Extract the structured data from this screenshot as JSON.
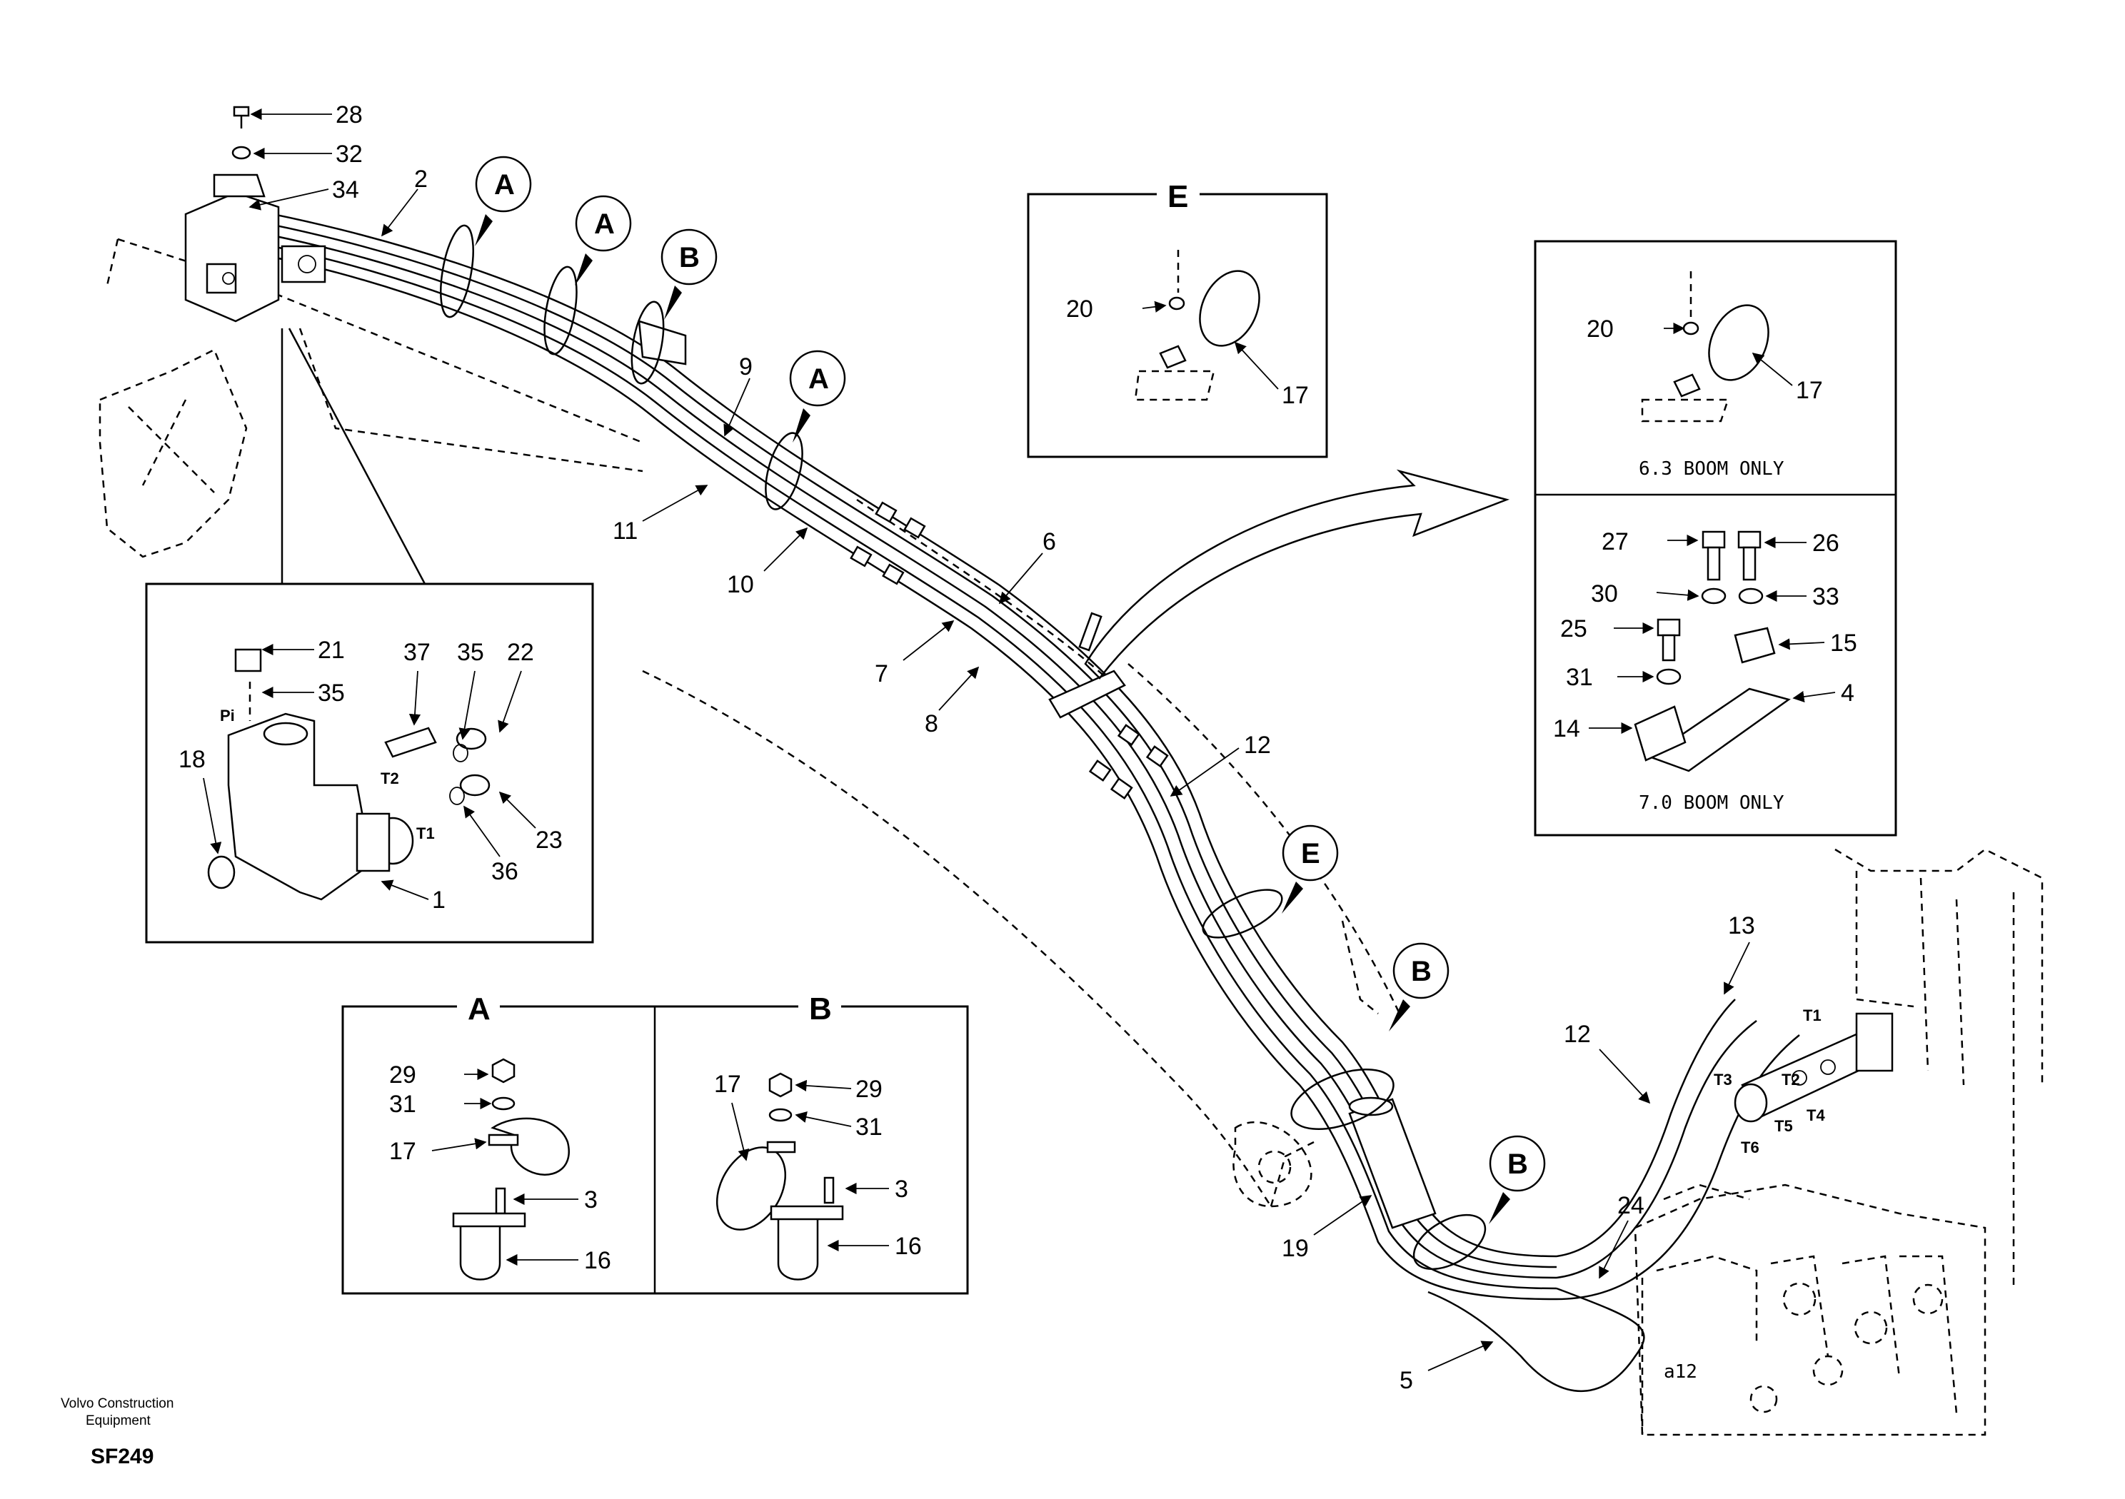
{
  "main_callouts": {
    "c28": "28",
    "c32": "32",
    "c34": "34",
    "c2": "2",
    "c9": "9",
    "c11": "11",
    "c10": "10",
    "c6": "6",
    "c7": "7",
    "c8": "8",
    "c12a": "12",
    "c12b": "12",
    "c13": "13",
    "c19": "19",
    "c24": "24",
    "c5": "5"
  },
  "bubbles": {
    "a1": "A",
    "a2": "A",
    "b1": "B",
    "a3": "A",
    "e1": "E",
    "b2": "B",
    "b3": "B"
  },
  "detail_valve": {
    "callouts": {
      "c21": "21",
      "c35a": "35",
      "c37": "37",
      "c35b": "35",
      "c22": "22",
      "c18": "18",
      "c23": "23",
      "c36": "36",
      "c1": "1"
    },
    "ports": {
      "pi": "Pi",
      "t2": "T2",
      "t1": "T1"
    }
  },
  "detail_e": {
    "title": "E",
    "callouts": {
      "c20": "20",
      "c17": "17"
    }
  },
  "detail_boom_63": {
    "callouts": {
      "c20": "20",
      "c17": "17"
    },
    "caption": "6.3 BOOM ONLY"
  },
  "detail_boom_70": {
    "callouts": {
      "c27": "27",
      "c26": "26",
      "c30": "30",
      "c33": "33",
      "c25": "25",
      "c15": "15",
      "c31": "31",
      "c4": "4",
      "c14": "14"
    },
    "caption": "7.0 BOOM ONLY"
  },
  "detail_a": {
    "title": "A",
    "callouts": {
      "c29": "29",
      "c31": "31",
      "c17": "17",
      "c3": "3",
      "c16": "16"
    }
  },
  "detail_b": {
    "title": "B",
    "callouts": {
      "c17": "17",
      "c29": "29",
      "c31": "31",
      "c3": "3",
      "c16": "16"
    }
  },
  "distributor_ports": {
    "t1": "T1",
    "t2": "T2",
    "t3": "T3",
    "t4": "T4",
    "t5": "T5",
    "t6": "T6"
  },
  "valve_block_label": "a12",
  "footer": {
    "company_line1": "Volvo Construction",
    "company_line2": "Equipment",
    "code": "SF249"
  }
}
